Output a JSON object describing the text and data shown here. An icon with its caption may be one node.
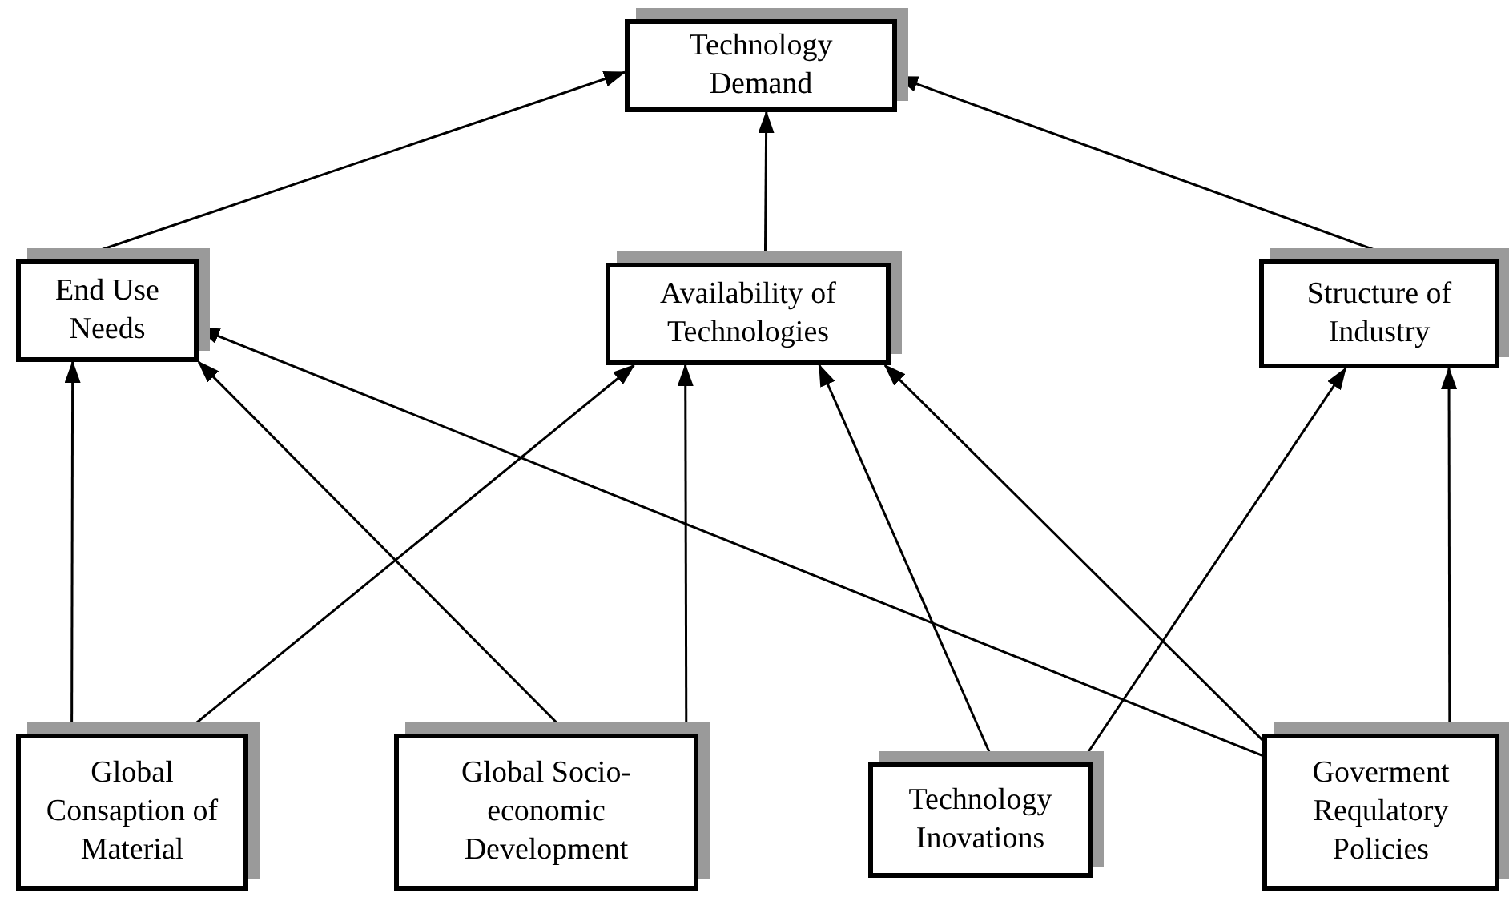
{
  "diagram": {
    "nodes": [
      {
        "text": [
          "Technology Demand"
        ]
      },
      {
        "text": [
          "End Use Needs"
        ]
      },
      {
        "text": [
          "Availability of Technologies"
        ]
      },
      {
        "text": [
          "Structure of Industry"
        ]
      },
      {
        "text": [
          "Global Consaption of Material"
        ]
      },
      {
        "text": [
          "Global Socio-economic Development"
        ]
      },
      {
        "text": [
          "Technology Inovations"
        ]
      },
      {
        "text": [
          "Goverment Requlatory Policies"
        ]
      }
    ],
    "edges": [
      {
        "from": 1,
        "to": 0,
        "arrow": "to"
      },
      {
        "from": 2,
        "to": 0,
        "arrow": "to"
      },
      {
        "from": 3,
        "to": 0,
        "arrow": "to"
      },
      {
        "from": 4,
        "to": 1,
        "arrow": "to"
      },
      {
        "from": 4,
        "to": 2,
        "arrow": "to"
      },
      {
        "from": 5,
        "to": 1,
        "arrow": "to"
      },
      {
        "from": 5,
        "to": 2,
        "arrow": "to"
      },
      {
        "from": 6,
        "to": 2,
        "arrow": "to"
      },
      {
        "from": 6,
        "to": 3,
        "arrow": "to"
      },
      {
        "from": 7,
        "to": 2,
        "arrow": "to"
      },
      {
        "from": 7,
        "to": 1,
        "arrow": "to"
      },
      {
        "from": 7,
        "to": 3,
        "arrow": "to"
      }
    ]
  }
}
